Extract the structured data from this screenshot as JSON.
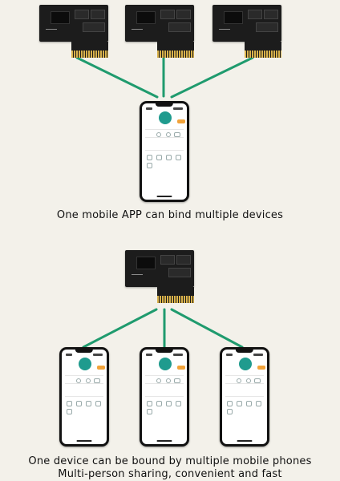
{
  "caption_top": "One mobile APP can bind multiple devices",
  "caption_bottom_line1": "One device can be bound by multiple mobile phones",
  "caption_bottom_line2": "Multi-person sharing, convenient and fast",
  "colors": {
    "background": "#f3f1ea",
    "connector": "#1f9b6e",
    "board": "#1c1c1c",
    "phone_body": "#121212",
    "app_accent": "#1f9b8e",
    "app_badge": "#f2a33a"
  }
}
